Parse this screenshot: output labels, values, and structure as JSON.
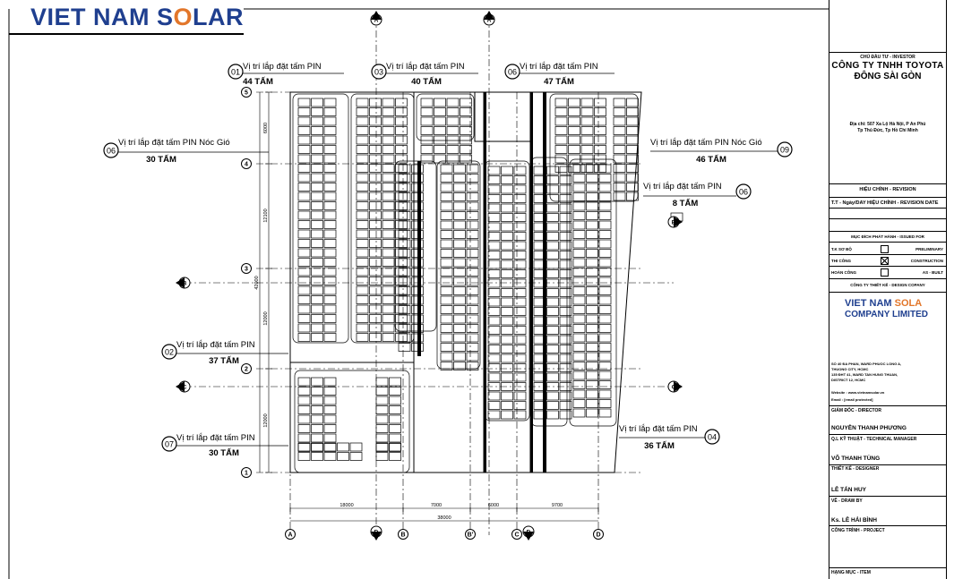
{
  "logo": {
    "prefix": "VIET NAM S",
    "mark": "O",
    "suffix": "LAR",
    "accent": "#e2762a",
    "brand": "#1f3f8f"
  },
  "callouts": [
    {
      "num": "01",
      "title": "Vị trí lắp đặt tấm PIN",
      "count": "44 TẤM"
    },
    {
      "num": "03",
      "title": "Vị trí lắp đặt tấm PIN",
      "count": "40 TẤM"
    },
    {
      "num": "06",
      "title": "Vị trí lắp đặt tấm PIN",
      "count": "47 TẤM"
    },
    {
      "num": "06",
      "title": "Vị trí lắp đặt tấm PIN Nóc Gió",
      "count": "30 TẤM"
    },
    {
      "num": "09",
      "title": "Vị trí lắp đặt tấm PIN Nóc Gió",
      "count": "46 TẤM"
    },
    {
      "num": "06",
      "title": "Vị trí lắp đặt tấm PIN",
      "count": "8 TẤM"
    },
    {
      "num": "02",
      "title": "Vị trí lắp đặt tấm PIN",
      "count": "37 TẤM"
    },
    {
      "num": "07",
      "title": "Vị trí lắp đặt tấm PIN",
      "count": "30 TẤM"
    },
    {
      "num": "04",
      "title": "Vị trí lắp đặt tấm PIN",
      "count": "36 TẤM"
    }
  ],
  "grid_rows": [
    "5",
    "4",
    "3",
    "2",
    "1"
  ],
  "grid_cols": [
    "A",
    "B",
    "B'",
    "C",
    "D"
  ],
  "section_marks": [
    "A",
    "A",
    "B",
    "B",
    "C",
    "C",
    "D",
    "D"
  ],
  "dims": {
    "vertical": [
      "6000",
      "12100",
      "12000",
      "12000",
      "42000"
    ],
    "horizontal": [
      "18000",
      "7000",
      "6000",
      "9700"
    ],
    "total": "38000"
  },
  "title_block": {
    "investor_label": "CHỦ ĐẦU TƯ - INVESTOR",
    "company_line1": "CÔNG TY TNHH TOYOTA",
    "company_line2": "ĐÔNG SÀI GÒN",
    "address_line1": "Địa chỉ: 507 Xa Lộ Hà Nội, P An Phú",
    "address_line2": "Tp Thủ Đức, Tp Hồ Chí Minh",
    "revision_label": "HIỆU CHỈNH - REVISION",
    "revision_cols": "T.T - Ngày/DAY HIỆU CHỈNH - REVISION DATE",
    "issue_label": "MỤC ĐÍCH PHÁT HÀNH - ISSUED FOR",
    "issue_rows": [
      {
        "left": "T.K SƠ BỘ",
        "right": "PRELIMINARY",
        "checked": false
      },
      {
        "left": "THI CÔNG",
        "right": "CONSTRUCTION",
        "checked": true
      },
      {
        "left": "HOÀN CÔNG",
        "right": "AS - BUILT",
        "checked": false
      }
    ],
    "design_company_label": "CÔNG TY THIẾT KẾ - DESIGN COPANY",
    "design_logo_prefix": "VIET NAM ",
    "design_logo_accent": "SOLA",
    "design_company_name": "COMPANY LIMITED",
    "design_address": [
      "SỐ 40 ĐA PHAN, WARD PHUOC LONG A,",
      "THUONG CITY, HCMC",
      "135 ĐHT 41, WARD TAN HUNG THUAN,",
      "DISTRICT 12, HCMC",
      "Website : www.vietnamsolar.vn",
      "Email   : [email protected]"
    ],
    "director_label": "GIÁM ĐỐC - DIRECTOR",
    "director_name": "NGUYỄN THANH PHƯƠNG",
    "tech_manager_label": "Q.L KỸ THUẬT - TECHNICAL MANAGER",
    "tech_manager_name": "VÕ THANH TÙNG",
    "designer_label": "THIẾT KẾ - DESIGNER",
    "designer_name": "LÊ TẤN HUY",
    "drawer_label": "VẼ - DRAW BY",
    "drawer_name": "Ks. LÊ HẢI BÌNH",
    "project_label": "CÔNG TRÌNH - PROJECT",
    "item_label": "HẠNG MỤC - ITEM"
  }
}
